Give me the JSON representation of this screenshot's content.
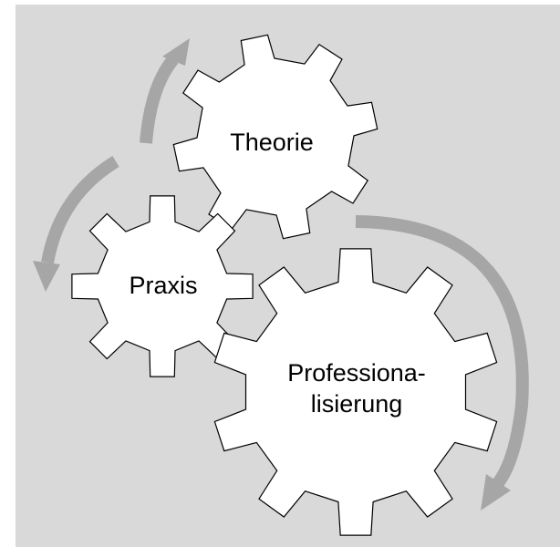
{
  "diagram": {
    "gears": [
      {
        "id": "theorie",
        "label_lines": [
          "Theorie"
        ]
      },
      {
        "id": "praxis",
        "label_lines": [
          "Praxis"
        ]
      },
      {
        "id": "professionalisierung",
        "label_lines": [
          "Professiona-",
          "lisierung"
        ]
      }
    ],
    "colors": {
      "background": "#d9d9d9",
      "gear_fill": "#ffffff",
      "gear_stroke": "#000000",
      "arrow": "#a6a6a6",
      "text": "#000000"
    }
  }
}
